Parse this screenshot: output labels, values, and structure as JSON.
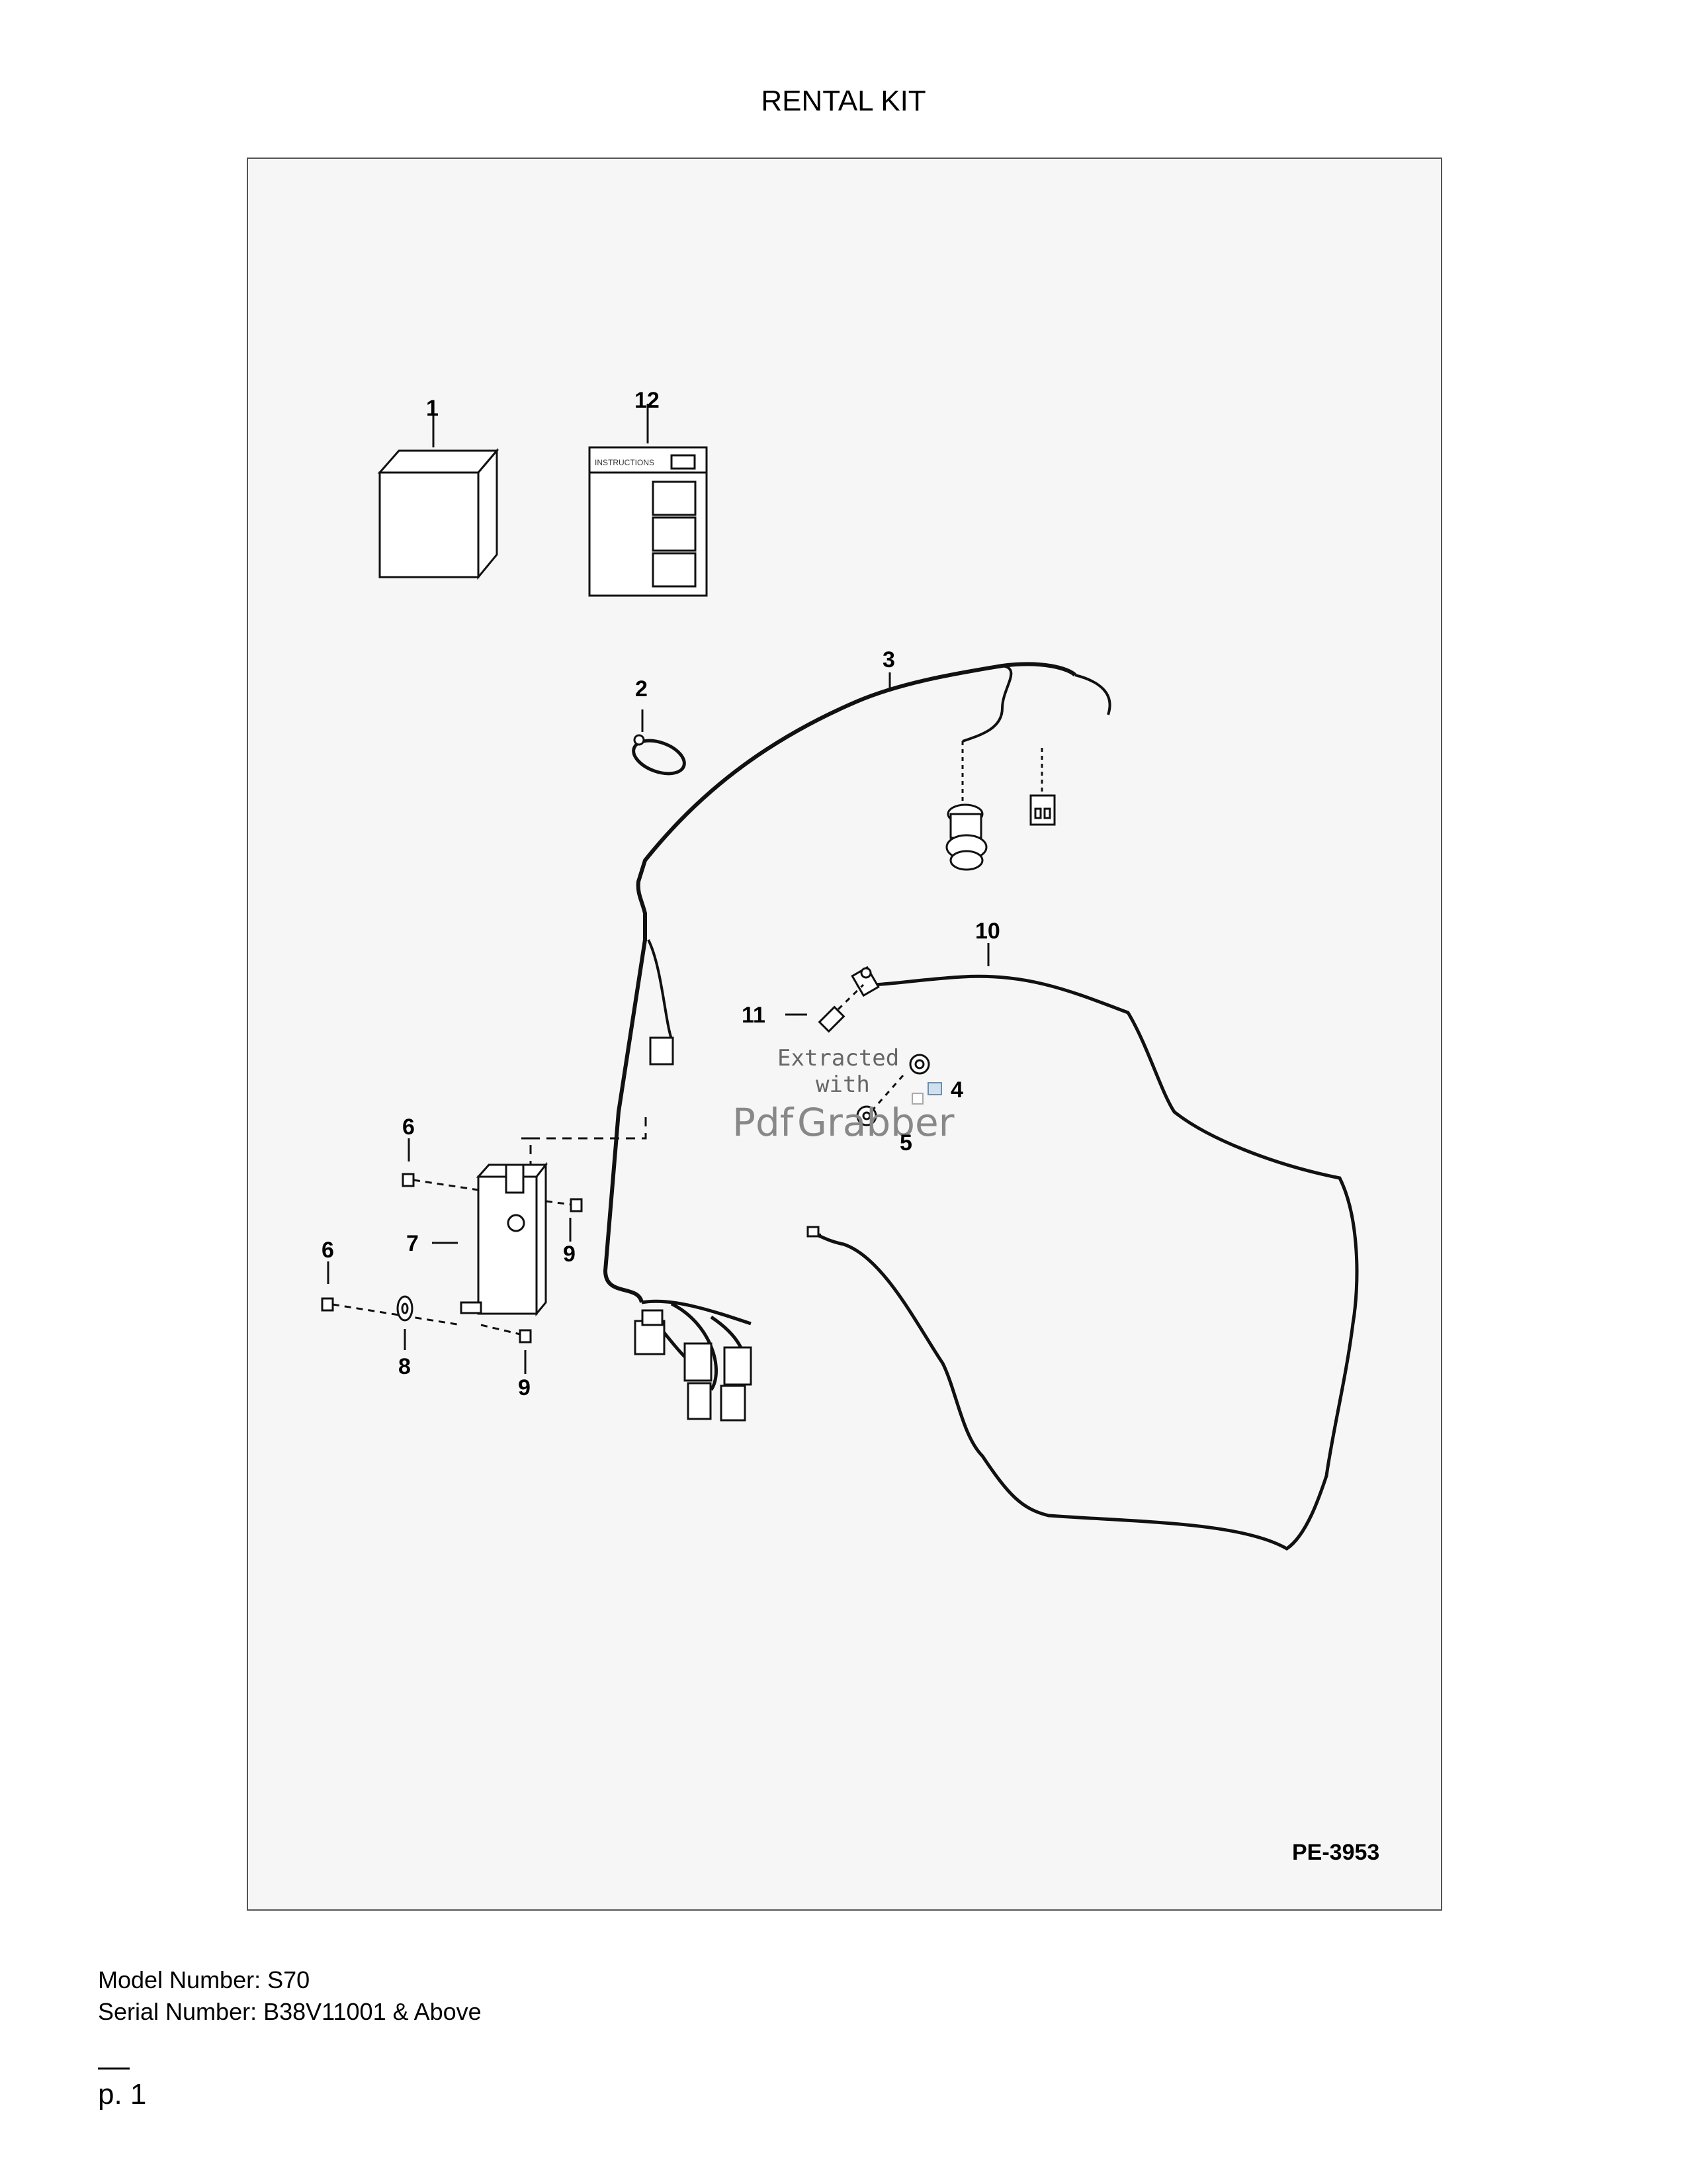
{
  "page_title": "RENTAL KIT",
  "figure": {
    "id": "PE-3953",
    "callouts": {
      "c1": "1",
      "c2": "2",
      "c3": "3",
      "c4": "4",
      "c5": "5",
      "c6a": "6",
      "c6b": "6",
      "c7": "7",
      "c8": "8",
      "c9a": "9",
      "c9b": "9",
      "c10": "10",
      "c11": "11",
      "c12": "12"
    },
    "instructions_label": "INSTRUCTIONS",
    "watermark": {
      "line1": "Extracted",
      "line2": "with",
      "brand_a": "Pdf",
      "brand_b": "Grabber"
    }
  },
  "info": {
    "model": "Model Number: S70",
    "serial": "Serial Number: B38V11001 & Above"
  },
  "page_number": "p. 1"
}
